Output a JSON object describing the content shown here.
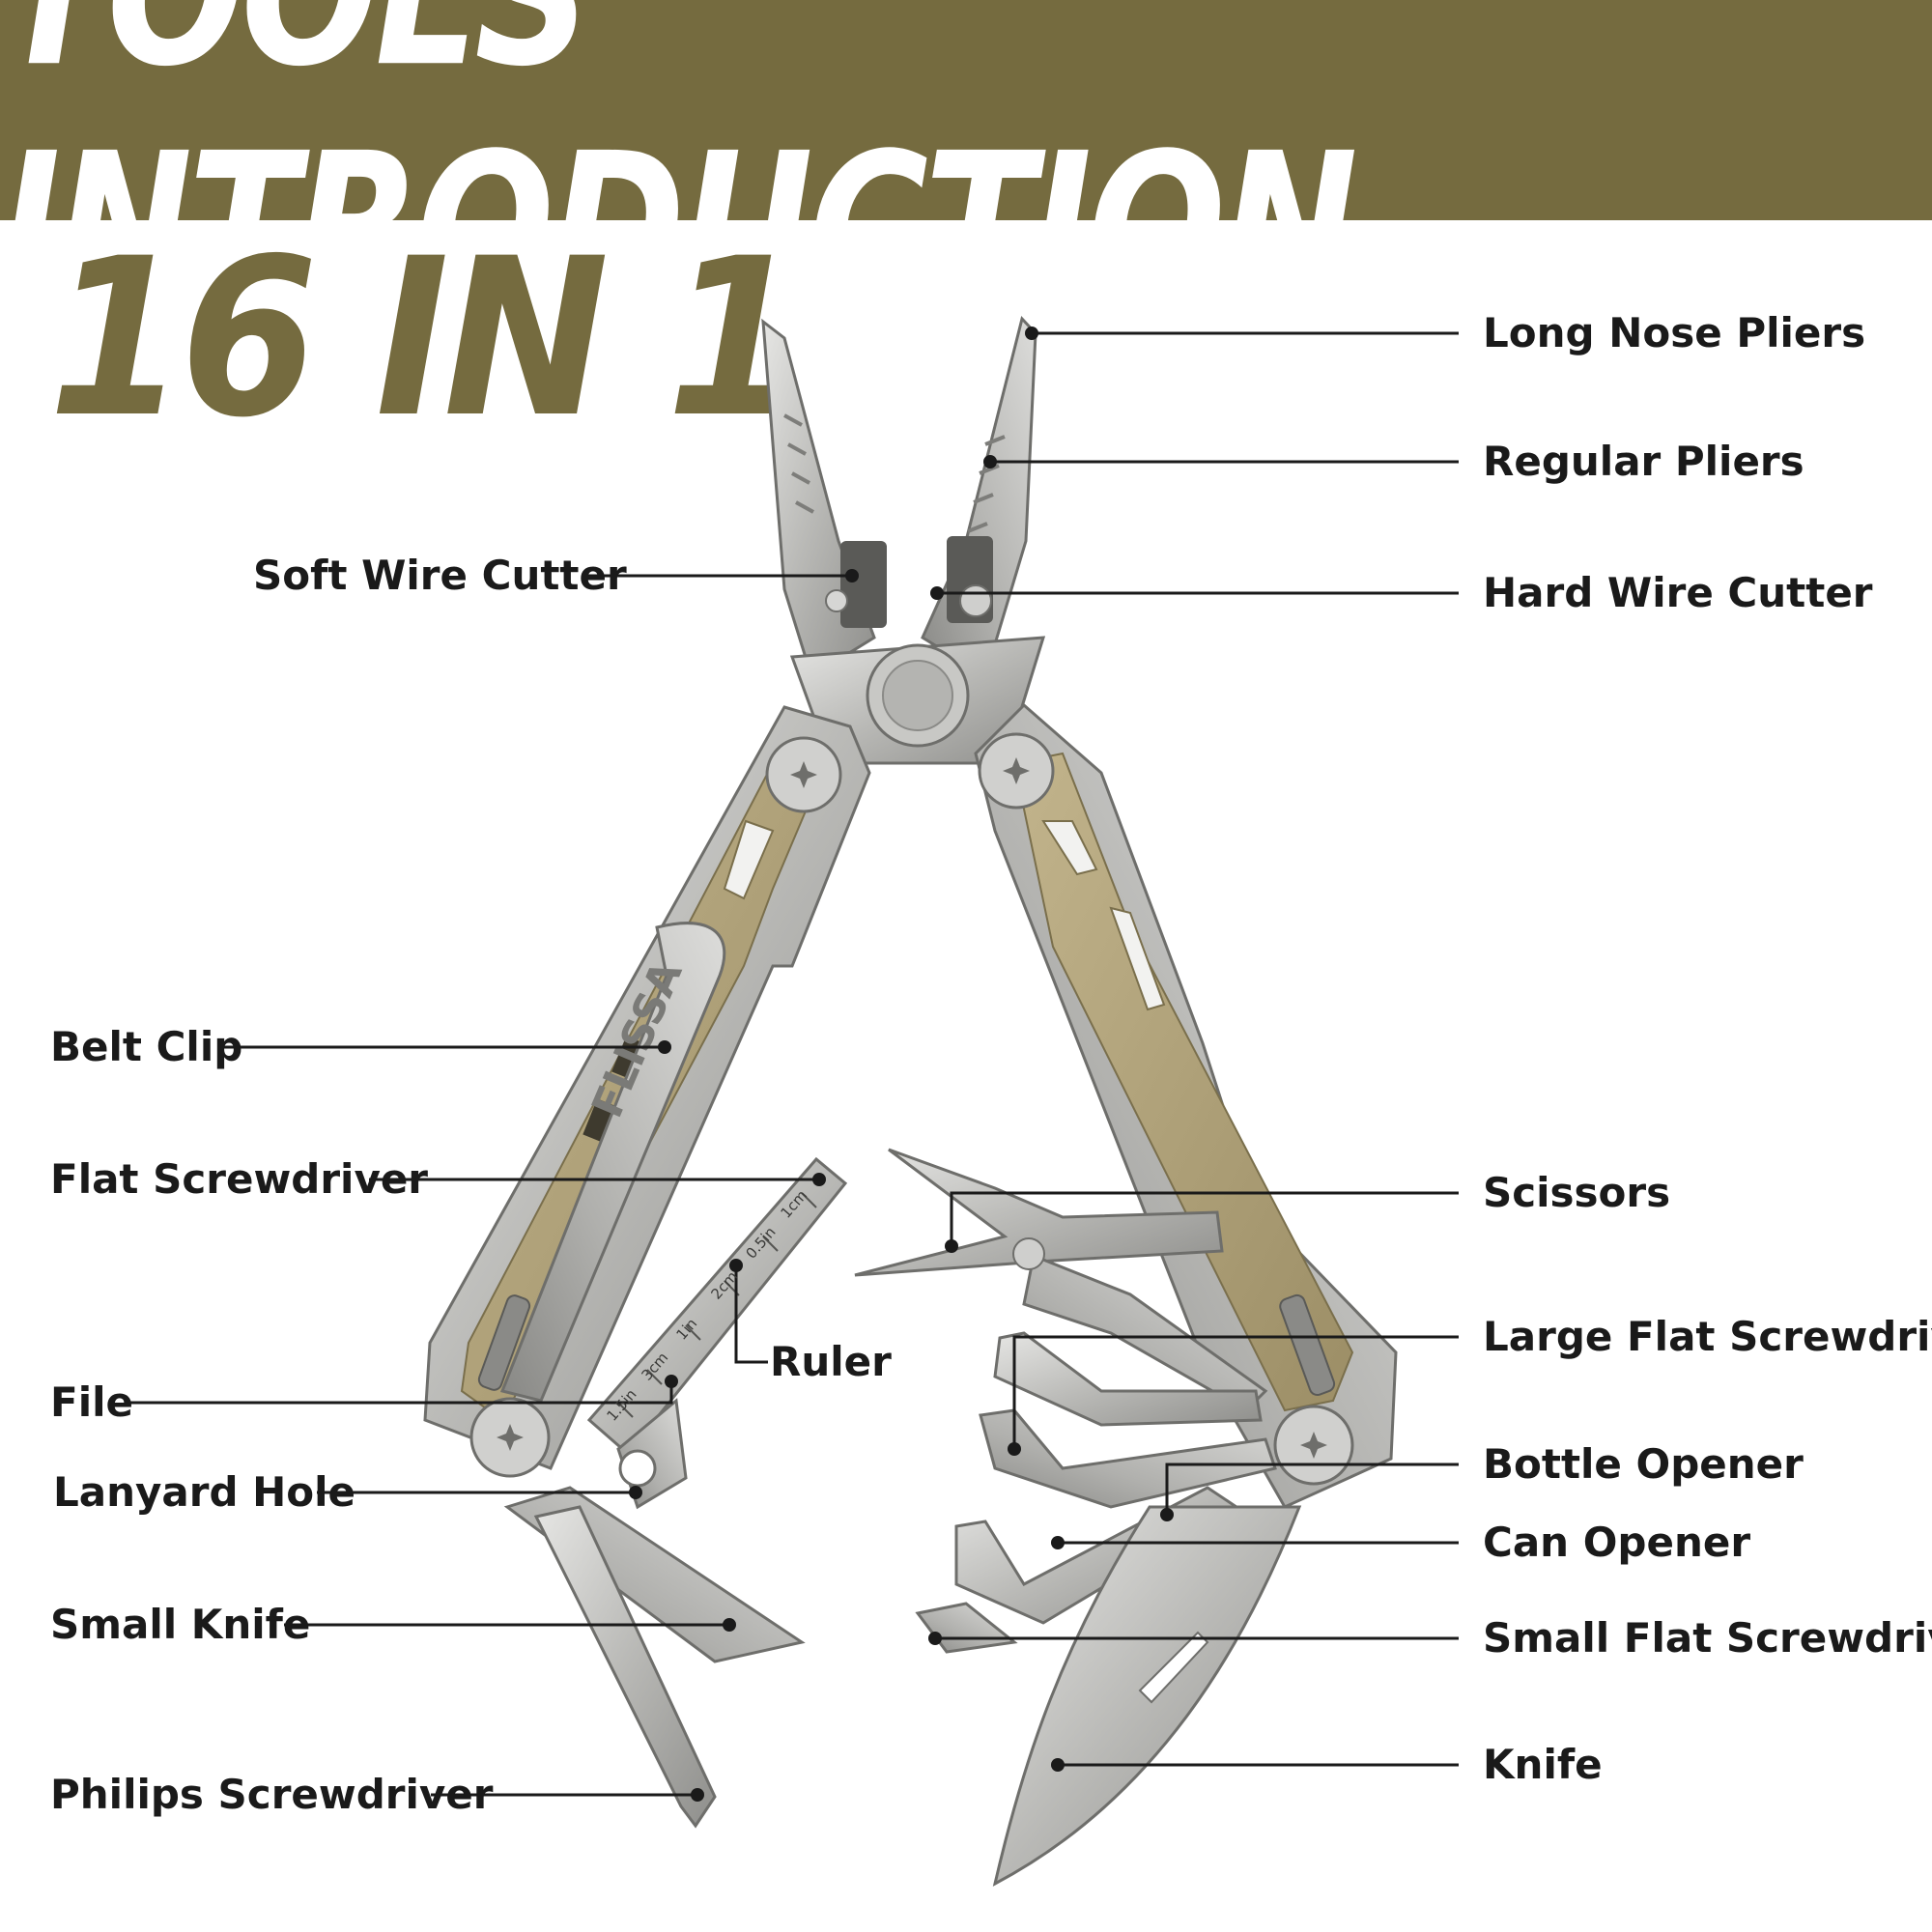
{
  "header": {
    "title": "TOOLS INTRODUCTION",
    "subtitle": "16 IN 1",
    "brand": "FLISSA",
    "banner_color": "#756b3f"
  },
  "labels": {
    "long_nose_pliers": "Long Nose Pliers",
    "regular_pliers": "Regular Pliers",
    "soft_wire_cutter": "Soft Wire Cutter",
    "hard_wire_cutter": "Hard Wire Cutter",
    "belt_clip": "Belt Clip",
    "flat_screwdriver": "Flat Screwdriver",
    "scissors": "Scissors",
    "ruler": "Ruler",
    "large_flat_screwdriver": "Large Flat Screwdriver",
    "file": "File",
    "bottle_opener": "Bottle Opener",
    "lanyard_hole": "Lanyard Hole",
    "can_opener": "Can Opener",
    "small_knife": "Small Knife",
    "small_flat_screwdriver": "Small Flat Screwdriver",
    "knife": "Knife",
    "philips_screwdriver": "Philips Screwdriver"
  },
  "ruler_marks": [
    "1cm",
    "0.5in",
    "2cm",
    "1in",
    "3cm",
    "1.5in"
  ]
}
